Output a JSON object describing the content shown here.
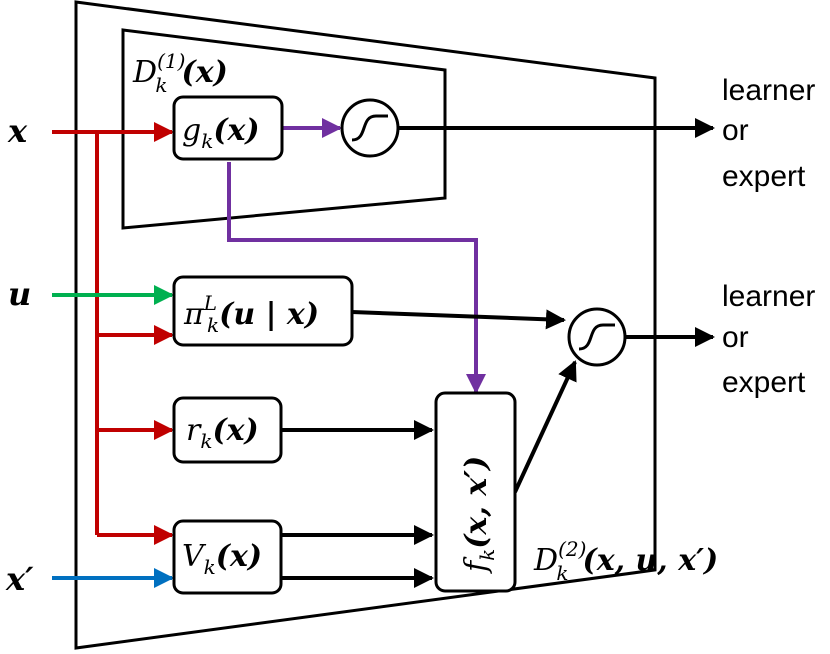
{
  "colors": {
    "x": "#c00000",
    "u": "#00b050",
    "x_prime": "#0070c0",
    "g_path": "#7030a0",
    "default": "#000000"
  },
  "inputs": {
    "x": "x",
    "u": "u",
    "x_prime": "x′"
  },
  "discriminator1": {
    "label_main": "D",
    "label_sub": "k",
    "label_sup": "(1)",
    "label_args": "(x)"
  },
  "discriminator2": {
    "label_main": "D",
    "label_sub": "k",
    "label_sup": "(2)",
    "label_args": "(x, u, x′)"
  },
  "blocks": {
    "g": {
      "fn": "g",
      "sub": "k",
      "args": "(x)"
    },
    "pi": {
      "fn": "π",
      "sub": "k",
      "sup": "L",
      "args": "(u | x)"
    },
    "r": {
      "fn": "r",
      "sub": "k",
      "args": "(x)"
    },
    "V": {
      "fn": "V",
      "sub": "k",
      "args": "(x)"
    },
    "f": {
      "fn": "f",
      "sub": "k",
      "args": "(x, x′)"
    }
  },
  "outputs": {
    "top": [
      "learner",
      "or",
      "expert"
    ],
    "bottom": [
      "learner",
      "or",
      "expert"
    ]
  },
  "icons": {
    "sigmoid_top": "sigmoid-icon",
    "sigmoid_bottom": "sigmoid-icon"
  }
}
